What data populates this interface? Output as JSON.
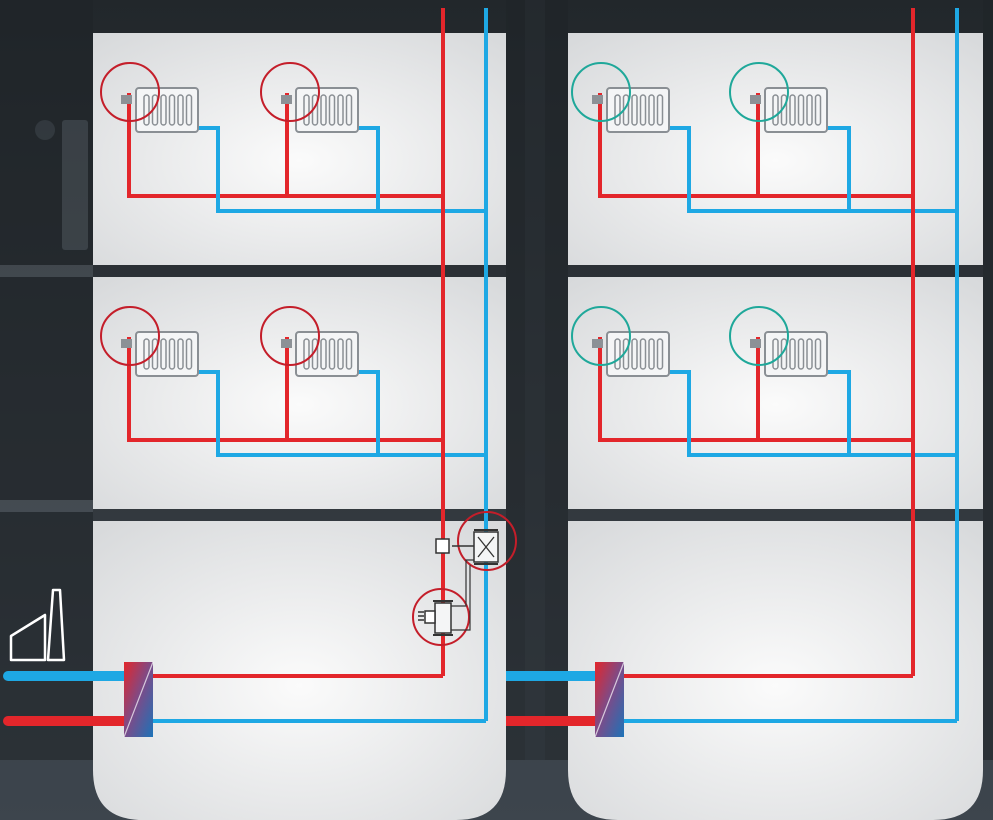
{
  "colors": {
    "background": "#2b3035",
    "supply_pipe": "#e3262b",
    "return_pipe": "#1ea8e4",
    "highlight_red": "#c41e2a",
    "highlight_teal": "#1fa89a",
    "radiator": "#8a8f94",
    "exchanger_blue": "#1c73b8"
  },
  "icons": {
    "radiator": "radiator-icon",
    "thermostatic_head": "thermostatic-head-icon",
    "balancing_valve": "balancing-valve-icon",
    "control_valve": "control-valve-icon",
    "heat_exchanger": "heat-exchanger-icon",
    "boiler_plant": "factory-icon"
  },
  "building_left": {
    "floors": [
      {
        "radiators": [
          {
            "highlight": "red"
          },
          {
            "highlight": "red"
          }
        ]
      },
      {
        "radiators": [
          {
            "highlight": "red"
          },
          {
            "highlight": "red"
          }
        ]
      }
    ],
    "riser_valves": [
      {
        "type": "balancing-valve",
        "highlight": "red"
      },
      {
        "type": "control-valve",
        "highlight": "red"
      }
    ]
  },
  "building_right": {
    "floors": [
      {
        "radiators": [
          {
            "highlight": "teal"
          },
          {
            "highlight": "teal"
          }
        ]
      },
      {
        "radiators": [
          {
            "highlight": "teal"
          },
          {
            "highlight": "teal"
          }
        ]
      }
    ]
  }
}
